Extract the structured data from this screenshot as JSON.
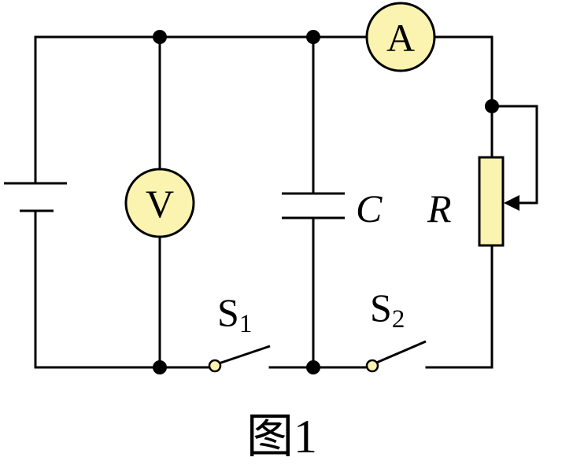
{
  "figure": {
    "caption": "图1",
    "components": {
      "ammeter": {
        "symbol": "A"
      },
      "voltmeter": {
        "symbol": "V"
      },
      "capacitor": {
        "label": "C"
      },
      "rheostat": {
        "label": "R"
      },
      "switch1": {
        "label": "S",
        "subscript": "1"
      },
      "switch2": {
        "label": "S",
        "subscript": "2"
      }
    },
    "colors": {
      "meter_fill": "#fbf3b0",
      "wire": "#000000"
    }
  }
}
